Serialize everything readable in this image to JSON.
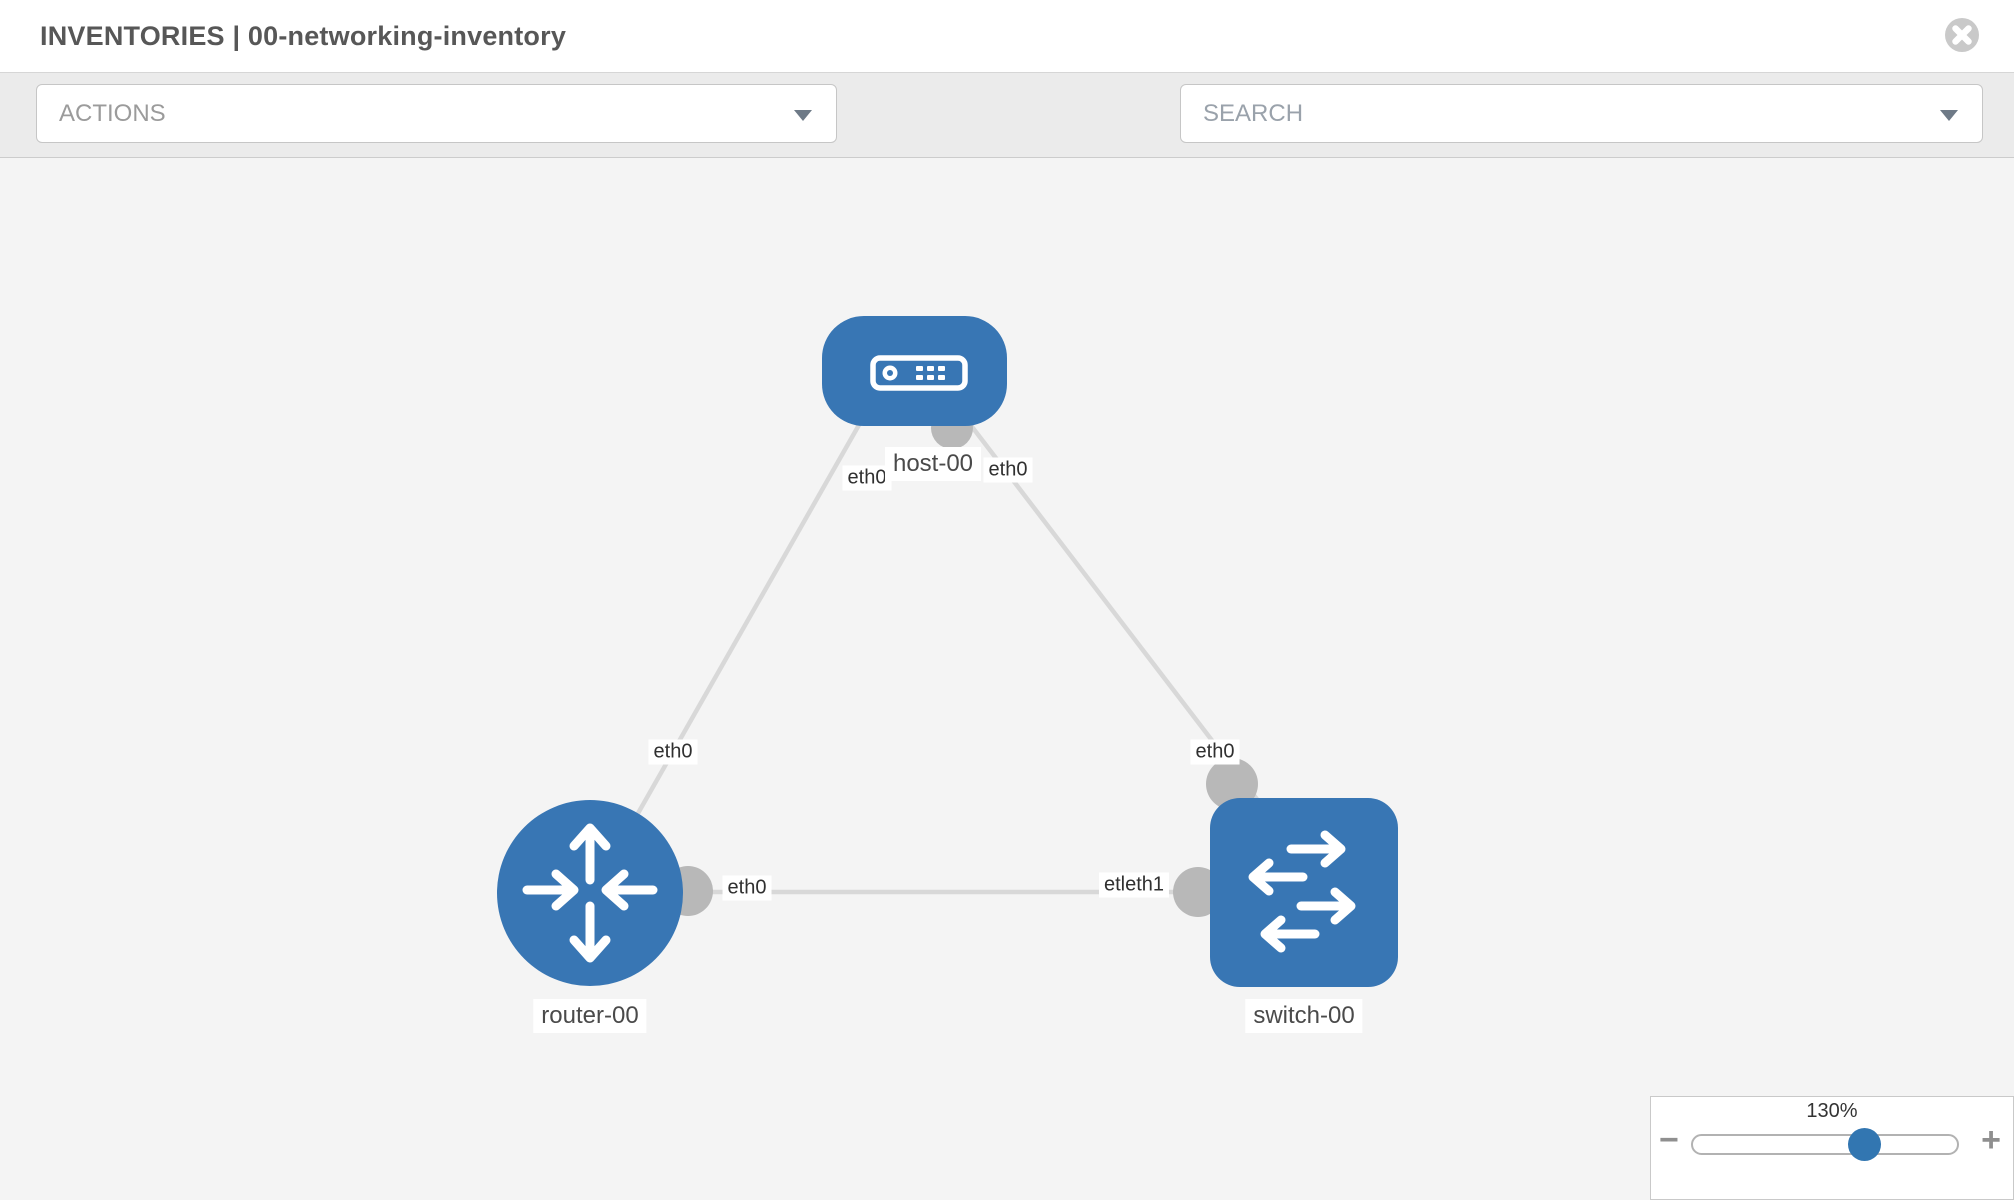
{
  "header": {
    "title": "INVENTORIES | 00-networking-inventory"
  },
  "toolbar": {
    "actions_label": "ACTIONS",
    "search_label": "SEARCH"
  },
  "topology": {
    "nodes": [
      {
        "label": "host-00",
        "type": "host",
        "shape": "rounded-rect"
      },
      {
        "label": "router-00",
        "type": "router",
        "shape": "circle"
      },
      {
        "label": "switch-00",
        "type": "switch",
        "shape": "rounded-square"
      }
    ],
    "links": [
      {
        "from": "host-00",
        "to": "router-00"
      },
      {
        "from": "host-00",
        "to": "switch-00"
      },
      {
        "from": "router-00",
        "to": "switch-00"
      }
    ],
    "interfaces": {
      "host_left": "eth0",
      "host_right": "eth0",
      "router_top": "eth0",
      "router_right": "eth0",
      "switch_top": "eth0",
      "switch_left": "etleth1"
    }
  },
  "zoom_control": {
    "level": "130%",
    "minus_label": "−",
    "plus_label": "+"
  },
  "colors": {
    "node_blue": "#3876b4",
    "link_gray": "#d8d8d8",
    "port_gray": "#b8b8b8",
    "slider_thumb_blue": "#3276b1",
    "icon_gray": "#6d7580"
  }
}
